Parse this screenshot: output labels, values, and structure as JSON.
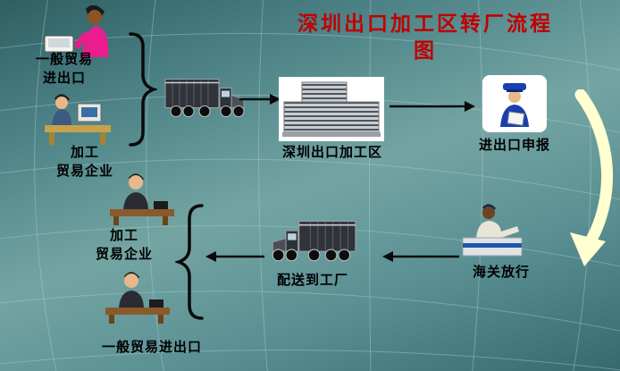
{
  "title": {
    "line1": "深圳出口加工区转厂流程",
    "line2": "图"
  },
  "labels": {
    "general_trade_top_line1": "一般贸易",
    "general_trade_top_line2": "进出口",
    "processing_enterprise_top_line1": "加工",
    "processing_enterprise_top_line2": "贸易企业",
    "export_zone": "深圳出口加工区",
    "declaration": "进出口申报",
    "customs_release": "海关放行",
    "delivery_to_factory": "配送到工厂",
    "processing_enterprise_bottom_line1": "加工",
    "processing_enterprise_bottom_line2": "贸易企业",
    "general_trade_bottom": "一般贸易进出口"
  },
  "icons": {
    "person_laptop": "person-with-laptop-icon",
    "person_desk_computer": "person-at-desk-computer-icon",
    "truck_top": "truck-icon",
    "factory": "factory-building-icon",
    "customs_officer": "customs-officer-icon",
    "curved_arrow": "curved-down-arrow-icon",
    "officer_desk": "customs-officer-desk-icon",
    "truck_bottom": "truck-icon",
    "person_desk_phone_mid": "person-at-desk-phone-icon",
    "person_desk_phone_bottom": "person-at-desk-phone-icon"
  },
  "colors": {
    "title_red": "#c00000",
    "label_black": "#000000",
    "arrow_yellow": "#ffffd0",
    "background_teal": "#5d9494"
  }
}
